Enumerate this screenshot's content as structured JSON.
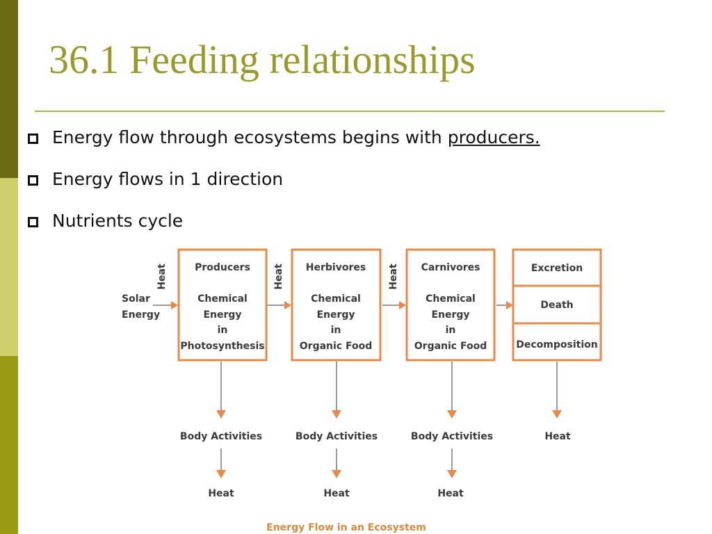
{
  "slide": {
    "title": "36.1 Feeding relationships",
    "bullets": [
      {
        "text": "Energy flow through ecosystems begins with ",
        "emphasis": "producers."
      },
      {
        "text": "Energy flows in 1 direction",
        "emphasis": ""
      },
      {
        "text": "Nutrients cycle",
        "emphasis": ""
      }
    ]
  },
  "diagram": {
    "source": [
      "Solar",
      "Energy"
    ],
    "heat_label": "Heat",
    "stages": [
      {
        "name": "Producers",
        "lines": [
          "Chemical",
          "Energy",
          "in",
          "Photosynthesis"
        ],
        "output": "Body Activities",
        "final": "Heat"
      },
      {
        "name": "Herbivores",
        "lines": [
          "Chemical",
          "Energy",
          "in",
          "Organic Food"
        ],
        "output": "Body Activities",
        "final": "Heat"
      },
      {
        "name": "Carnivores",
        "lines": [
          "Chemical",
          "Energy",
          "in",
          "Organic Food"
        ],
        "output": "Body Activities",
        "final": "Heat"
      }
    ],
    "end_stage": {
      "cells": [
        "Excretion",
        "Death",
        "Decomposition"
      ],
      "output": "Heat"
    },
    "caption": "Energy Flow in an Ecosystem",
    "colors": {
      "box_border": "#e8894a",
      "arrow_line": "#9a9a9a",
      "arrow_head": "#e8894a",
      "caption": "#d98a3a"
    }
  }
}
